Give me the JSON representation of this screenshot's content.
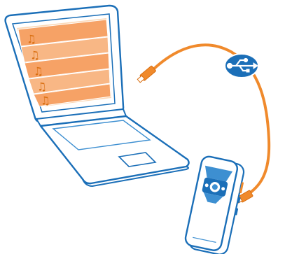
{
  "illustration": {
    "laptop": {
      "screen_content": "music-playlist",
      "playlist_rows": 5,
      "row_icon": "music-note-icon"
    },
    "cable": {
      "type": "USB",
      "connector_icon": "usb-icon"
    },
    "phone": {
      "type": "mobile-phone"
    }
  },
  "colors": {
    "outline": "#1b6fb8",
    "outline_light": "#3d8fd1",
    "fill_white": "#ffffff",
    "screen_bg": "#fbd8b6",
    "row_bg": "#f6a266",
    "row_alt": "#f8b785",
    "cable": "#f08a2c",
    "cable_dark": "#d96f12",
    "usb_badge": "#1b6fb8",
    "phone_screen": "#3d8fd1"
  }
}
